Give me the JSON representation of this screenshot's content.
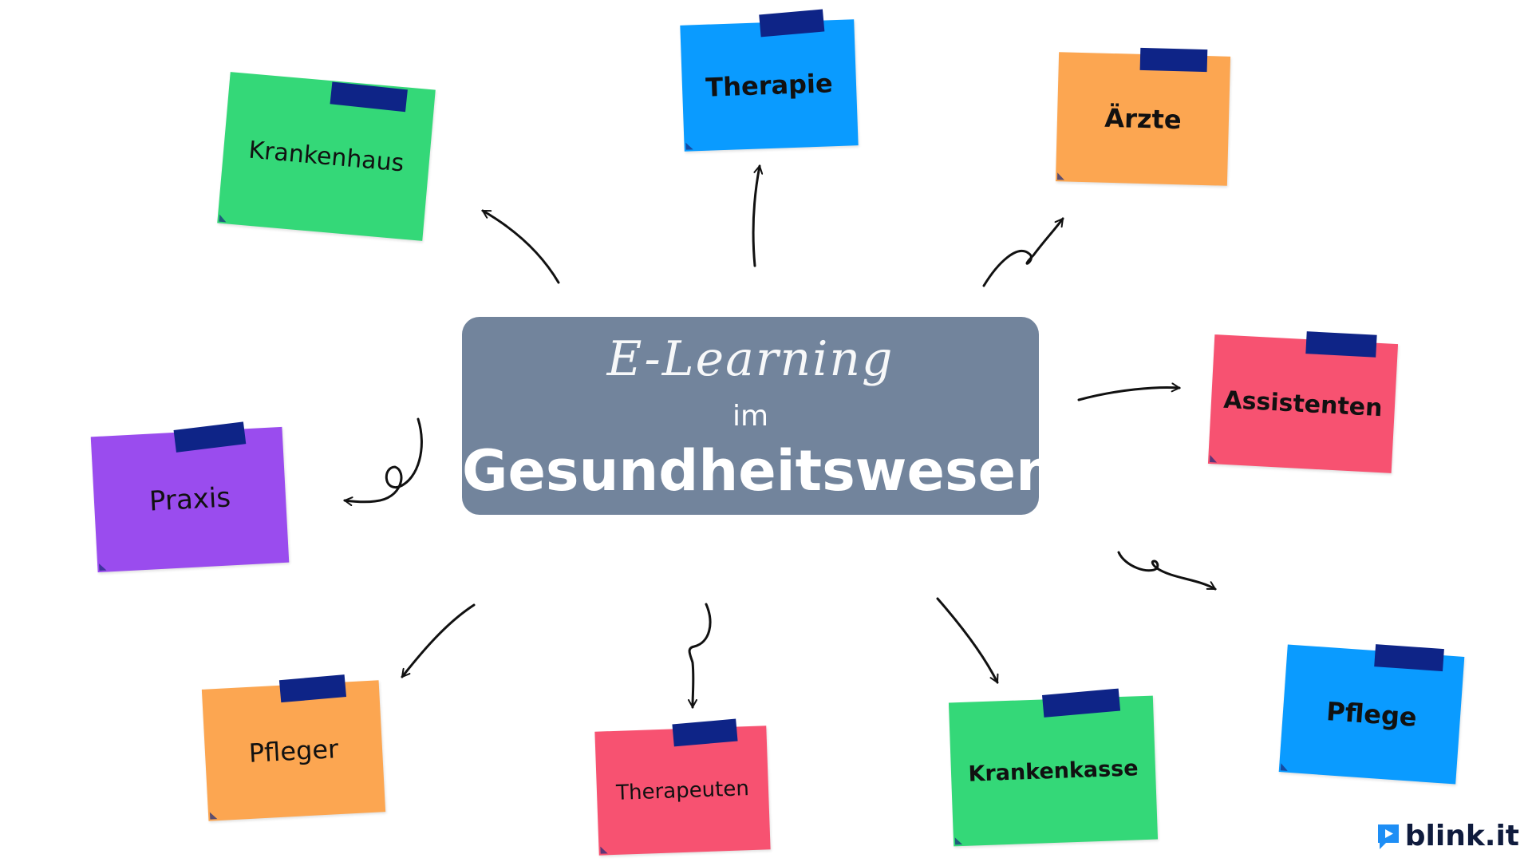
{
  "center": {
    "script_text": "E-Learning",
    "small_text": "im",
    "big_text": "Gesundheitswesen",
    "color": "#72849c"
  },
  "notes": [
    {
      "label": "Krankenhaus",
      "color": "#34d878"
    },
    {
      "label": "Therapie",
      "color": "#0a9bff"
    },
    {
      "label": "Ärzte",
      "color": "#fca651"
    },
    {
      "label": "Assistenten",
      "color": "#f75271"
    },
    {
      "label": "Praxis",
      "color": "#9a4cee"
    },
    {
      "label": "Pflege",
      "color": "#0a9bff"
    },
    {
      "label": "Pfleger",
      "color": "#fca651"
    },
    {
      "label": "Therapeuten",
      "color": "#f75271"
    },
    {
      "label": "Krankenkasse",
      "color": "#34d878"
    }
  ],
  "tape_color": "#0e2487",
  "brand": {
    "name": "blink.it",
    "icon": "play-bubble-icon",
    "icon_color": "#1e8ef5"
  }
}
